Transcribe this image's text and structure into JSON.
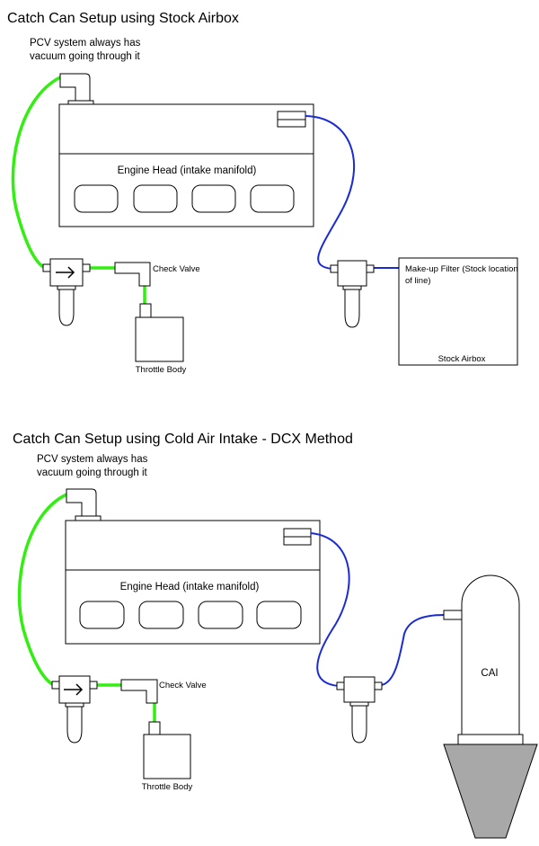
{
  "diagrams": [
    {
      "title": "Catch Can Setup using Stock Airbox",
      "pcv_note_line1": "PCV system always has",
      "pcv_note_line2": "vacuum going through it",
      "engine_label": "Engine Head (intake manifold)",
      "check_valve_label": "Check Valve",
      "throttle_label": "Throttle Body",
      "filter_label_line1": "Make-up Filter (Stock location",
      "filter_label_line2": "of line)",
      "airbox_label": "Stock Airbox"
    },
    {
      "title": "Catch Can Setup using Cold Air Intake - DCX Method",
      "pcv_note_line1": "PCV system always has",
      "pcv_note_line2": "vacuum going through it",
      "engine_label": "Engine Head (intake manifold)",
      "check_valve_label": "Check Valve",
      "throttle_label": "Throttle Body",
      "cai_label": "CAI"
    }
  ],
  "colors": {
    "pcv_hose": "#33ee11",
    "vent_hose": "#1a2bd6",
    "cone_filter": "#a8a8a8"
  }
}
